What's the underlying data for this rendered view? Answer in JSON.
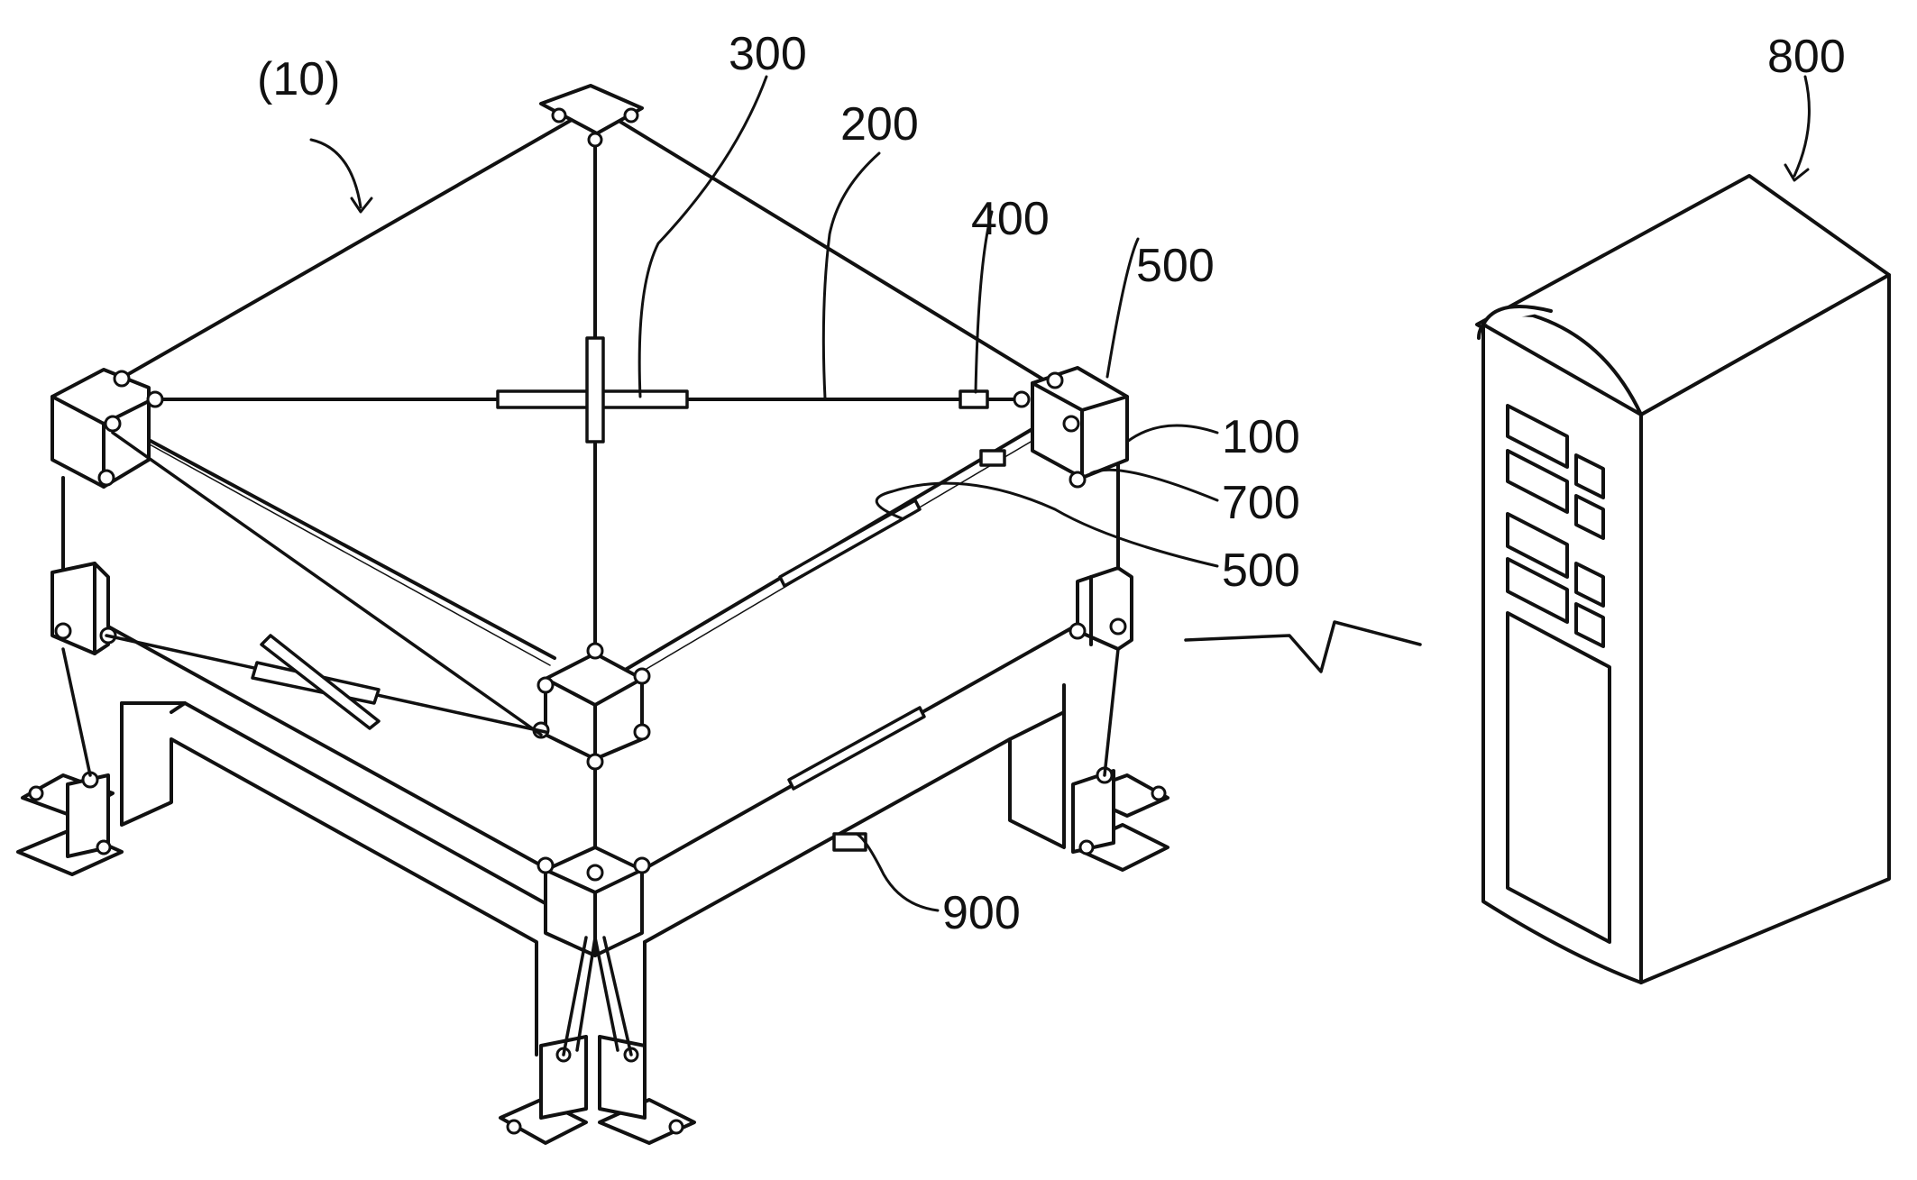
{
  "colors": {
    "line": "#111111",
    "background": "#ffffff"
  },
  "labels": {
    "ref_10": "(10)",
    "ref_300": "300",
    "ref_200": "200",
    "ref_400": "400",
    "ref_500_top": "500",
    "ref_100": "100",
    "ref_700": "700",
    "ref_500_mid": "500",
    "ref_900": "900",
    "ref_800": "800"
  }
}
